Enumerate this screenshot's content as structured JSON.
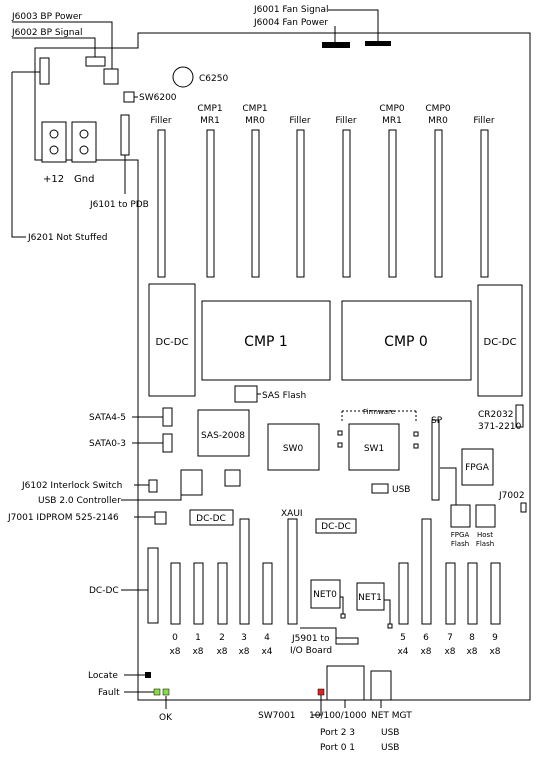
{
  "labels": {
    "j6003": "J6003 BP Power",
    "j6002": "J6002 BP Signal",
    "j6001": "J6001 Fan Signal",
    "j6004": "J6004 Fan Power",
    "c6250": "C6250",
    "sw6200": "SW6200",
    "plus12": "+12",
    "gnd": "Gnd",
    "j6101": "J6101 to PDB",
    "j6201": "J6201 Not Stuffed",
    "slots": [
      {
        "l1": "",
        "l2": "Filler"
      },
      {
        "l1": "CMP1",
        "l2": "MR1"
      },
      {
        "l1": "CMP1",
        "l2": "MR0"
      },
      {
        "l1": "",
        "l2": "Filler"
      },
      {
        "l1": "",
        "l2": "Filler"
      },
      {
        "l1": "CMP0",
        "l2": "MR1"
      },
      {
        "l1": "CMP0",
        "l2": "MR0"
      },
      {
        "l1": "",
        "l2": "Filler"
      }
    ],
    "dcdc": "DC-DC",
    "cmp1": "CMP 1",
    "cmp0": "CMP 0",
    "sas_flash": "SAS Flash",
    "sas2008": "SAS-2008",
    "firmware": "Firmware",
    "sw0": "SW0",
    "sw1": "SW1",
    "sp": "SP",
    "cr2032_1": "CR2032",
    "cr2032_2": "371-2210",
    "fpga": "FPGA",
    "fpga_flash_1": "FPGA",
    "fpga_flash_2": "Flash",
    "host_flash_1": "Host",
    "host_flash_2": "Flash",
    "j7002": "J7002",
    "sata45": "SATA4-5",
    "sata03": "SATA0-3",
    "j6102": "J6102 Interlock Switch",
    "usb20": "USB 2.0 Controller",
    "j7001": "J7001 IDPROM 525-2146",
    "usb": "USB",
    "xaui": "XAUI",
    "dcdc_left": "DC-DC",
    "net0": "NET0",
    "net1": "NET1",
    "pcie": [
      {
        "n": "0",
        "w": "x8"
      },
      {
        "n": "1",
        "w": "x8"
      },
      {
        "n": "2",
        "w": "x8"
      },
      {
        "n": "3",
        "w": "x8"
      },
      {
        "n": "4",
        "w": "x4"
      },
      {
        "n": "5",
        "w": "x4"
      },
      {
        "n": "6",
        "w": "x8"
      },
      {
        "n": "7",
        "w": "x8"
      },
      {
        "n": "8",
        "w": "x8"
      },
      {
        "n": "9",
        "w": "x8"
      }
    ],
    "j5901_1": "J5901 to",
    "j5901_2": "I/O Board",
    "locate": "Locate",
    "fault": "Fault",
    "ok": "OK",
    "sw7001": "SW7001",
    "port_hdr": "10/100/1000",
    "port23": "Port 2 3",
    "port01": "Port 0 1",
    "netmgt": "NET MGT",
    "usb_a": "USB",
    "usb_b": "USB"
  },
  "colors": {
    "led_green": "#88dd44",
    "sw7001": "#dd2222",
    "locate": "#000000"
  }
}
